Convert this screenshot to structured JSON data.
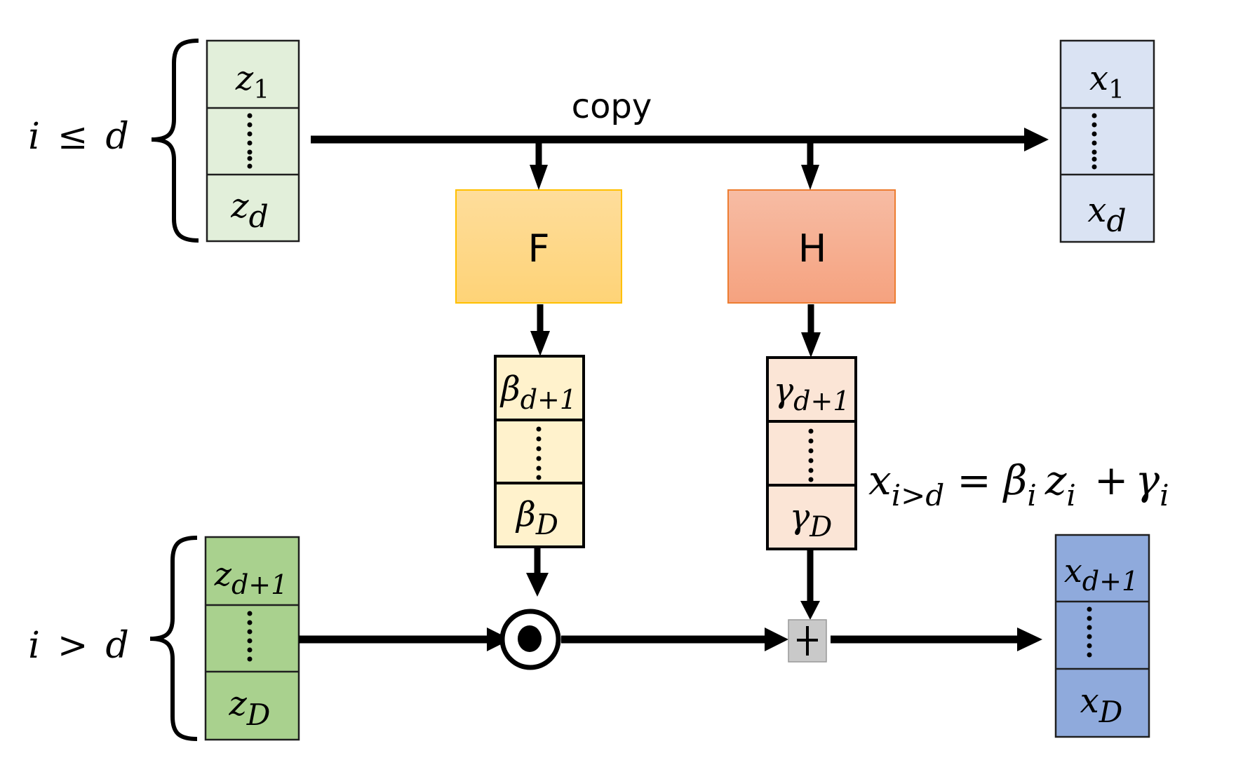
{
  "diagram": {
    "title": "Affine coupling layer",
    "colors": {
      "z_top": "#e2efda",
      "z_bottom": "#a9d18e",
      "x_top": "#dae3f3",
      "x_bottom": "#8faadc",
      "f_fill_top": "#fedd9b",
      "f_fill_bottom": "#fed377",
      "f_border": "#ffc000",
      "h_fill_top": "#f7bca4",
      "h_fill_bottom": "#f5a27f",
      "h_border": "#ed7d31",
      "beta_fill": "#fff2cc",
      "gamma_fill": "#fbe5d6",
      "plus_fill": "#c9c9c9",
      "line": "#000000"
    },
    "conditions": {
      "top": {
        "var": "i",
        "op": "≤",
        "rhs": "d"
      },
      "bottom": {
        "var": "i",
        "op": ">",
        "rhs": "d"
      }
    },
    "copy_label": "copy",
    "functions": {
      "f": "F",
      "h": "H"
    },
    "vectors": {
      "z_top": {
        "first": {
          "base": "z",
          "sub": "1"
        },
        "last": {
          "base": "z",
          "sub": "d"
        }
      },
      "z_bottom": {
        "first": {
          "base": "z",
          "sub": "d+1"
        },
        "last": {
          "base": "z",
          "sub": "D"
        }
      },
      "x_top": {
        "first": {
          "base": "x",
          "sub": "1"
        },
        "last": {
          "base": "x",
          "sub": "d"
        }
      },
      "x_bottom": {
        "first": {
          "base": "x",
          "sub": "d+1"
        },
        "last": {
          "base": "x",
          "sub": "D"
        }
      },
      "beta": {
        "first": {
          "base": "β",
          "sub": "d+1"
        },
        "last": {
          "base": "β",
          "sub": "D"
        }
      },
      "gamma": {
        "first": {
          "base": "γ",
          "sub": "d+1"
        },
        "last": {
          "base": "γ",
          "sub": "D"
        }
      }
    },
    "operators": {
      "hadamard": "⊙",
      "add": "+"
    },
    "formula": {
      "lhs_base": "x",
      "lhs_sub": "i>d",
      "eq": "=",
      "t1_base": "β",
      "t1_sub": "i",
      "t2_base": "z",
      "t2_sub": "i",
      "plus": "+",
      "t3_base": "γ",
      "t3_sub": "i"
    }
  }
}
